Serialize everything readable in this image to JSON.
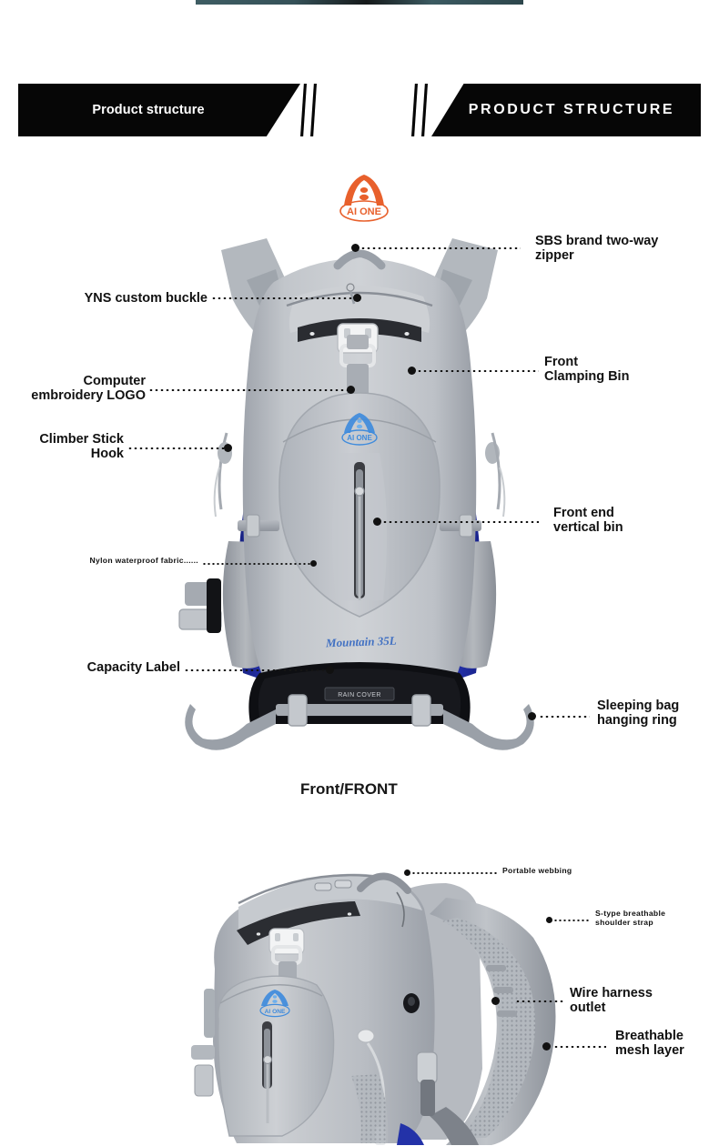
{
  "header": {
    "left_banner": "Product structure",
    "right_banner": "PRODUCT STRUCTURE",
    "logo_text": "AI ONE",
    "logo_color": "#e8602c"
  },
  "front_view": {
    "caption": "Front/FRONT",
    "bag_logo_text": "AI ONE",
    "bag_logo_color": "#2f7fd6",
    "rain_cover_tag": "RAIN COVER",
    "colors": {
      "body_gray": "#b9bcc1",
      "accent_blue": "#2332a8",
      "bottom_black": "#101014",
      "strap_gray": "#9a9ea6"
    },
    "callouts_left": [
      {
        "label": "YNS custom buckle"
      },
      {
        "label": "Computer\nembroidery LOGO"
      },
      {
        "label": "Climber Stick\nHook"
      },
      {
        "label": "Nylon waterproof fabric......"
      },
      {
        "label": "Capacity Label"
      }
    ],
    "callouts_right": [
      {
        "label": "SBS brand two-way\nzipper"
      },
      {
        "label": "Front\nClamping Bin"
      },
      {
        "label": "Front end\nvertical bin"
      },
      {
        "label": "Sleeping bag\nhanging ring"
      }
    ]
  },
  "back_view": {
    "bag_logo_text": "AI ONE",
    "callouts_right": [
      {
        "label": "Portable webbing"
      },
      {
        "label": "S-type breathable\nshoulder strap"
      },
      {
        "label": "Wire harness\noutlet"
      },
      {
        "label": "Breathable\nmesh layer"
      }
    ]
  }
}
